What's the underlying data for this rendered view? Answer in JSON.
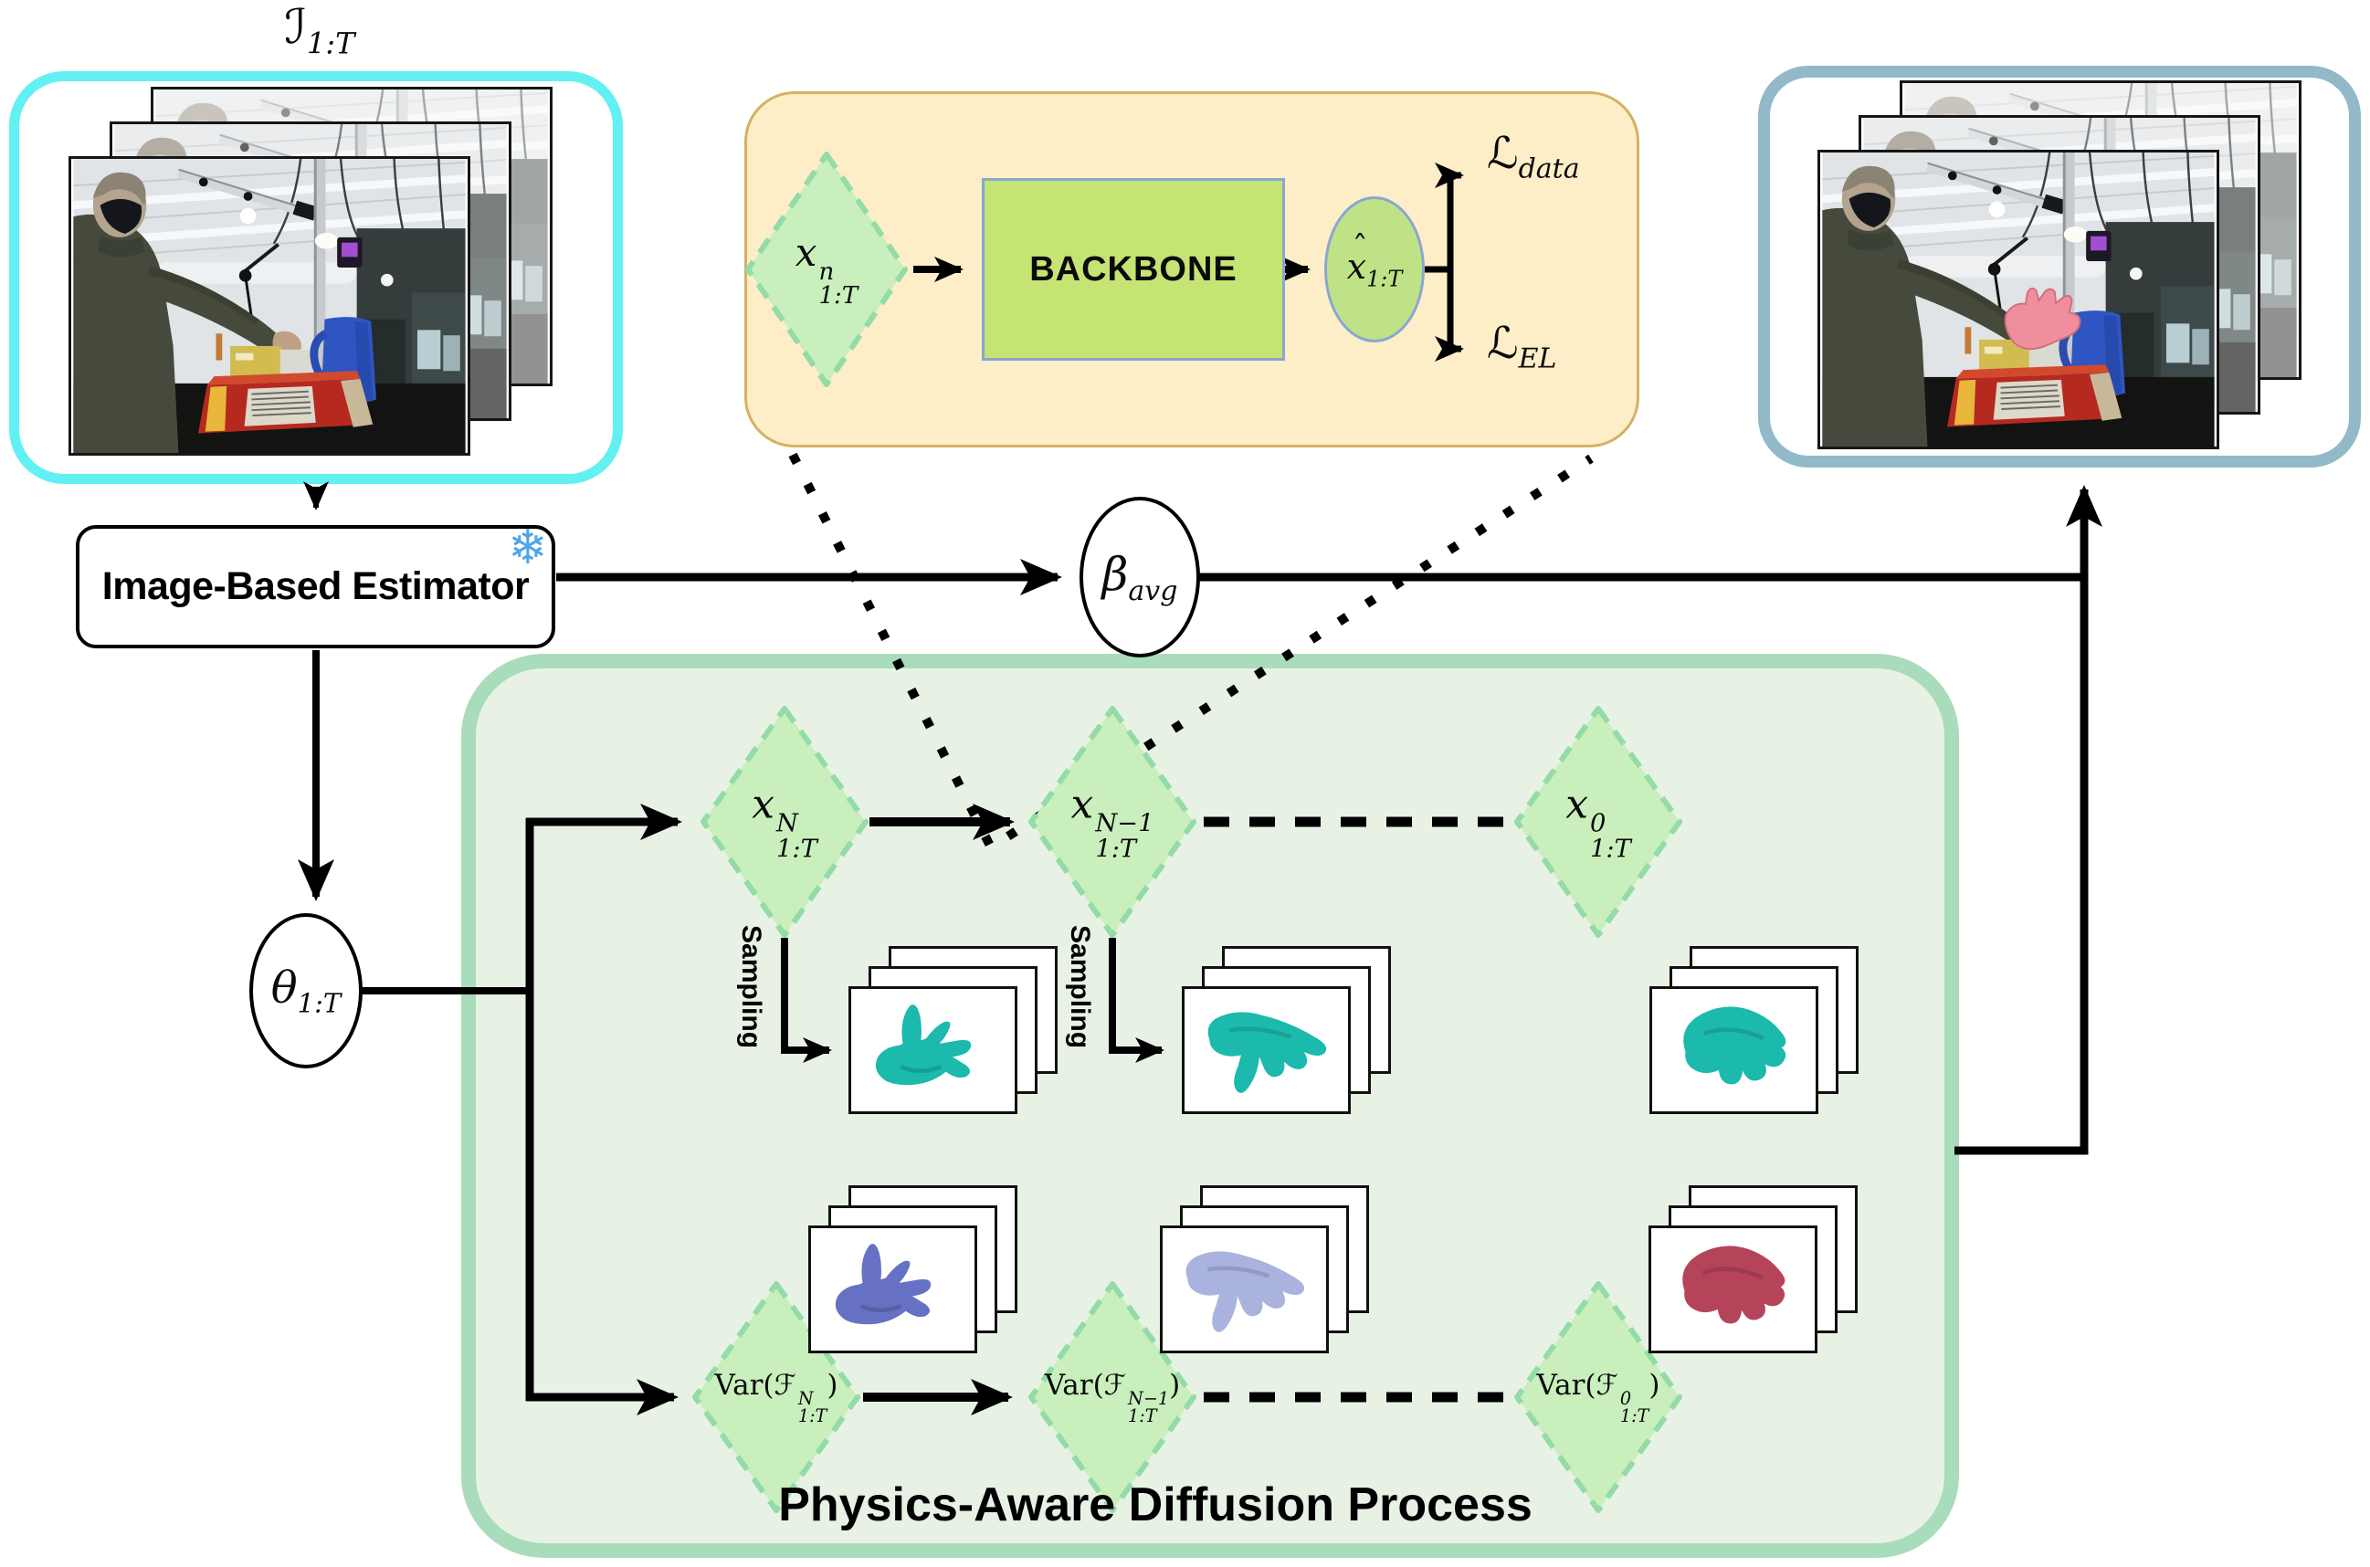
{
  "colors": {
    "cyan": "#63f0f2",
    "steel": "#92b9c8",
    "greenbg": "#e8f2e4",
    "greenbd": "#a9dcba",
    "orangebg": "#fdeec8",
    "orangebd": "#d4b262",
    "dmbg": "#c9efbd",
    "dmbd": "#93dba7",
    "bbbg": "#c6e473",
    "blocbd": "#8aa6d2",
    "elbg": "#bfe287",
    "teal": "#1cb9ad",
    "purple": "#6671c4",
    "lavender": "#a9b3dd",
    "red": "#b5445a",
    "pink": "#ef8f9e",
    "snow": "#4da6e8"
  },
  "io": {
    "input_label": {
      "main": "ℐ",
      "sub": "1:T"
    }
  },
  "estimator": {
    "label": "Image-Based Estimator",
    "frozen_icon": "❄"
  },
  "nodes": {
    "beta": {
      "main": "β",
      "sub": "avg"
    },
    "theta": {
      "main": "θ",
      "sub": "1:T"
    }
  },
  "training": {
    "input": {
      "main": "x",
      "sup": "n",
      "sub": "1:T"
    },
    "backbone": "BACKBONE",
    "output": {
      "hat": "ˆ",
      "main": "x",
      "sub": "1:T"
    },
    "losses": [
      {
        "main": "ℒ",
        "sub": "data"
      },
      {
        "main": "ℒ",
        "sub": "EL"
      }
    ]
  },
  "diffusion": {
    "title": "Physics-Aware Diffusion Process",
    "states": [
      {
        "main": "x",
        "sup": "N",
        "sub": "1:T"
      },
      {
        "main": "x",
        "sup": "N−1",
        "sub": "1:T"
      },
      {
        "main": "x",
        "sup": "0",
        "sub": "1:T"
      }
    ],
    "variances": [
      {
        "prefix": "Var(",
        "main": "ℱ",
        "sup": "N",
        "sub": "1:T",
        "suffix": ")"
      },
      {
        "prefix": "Var(",
        "main": "ℱ",
        "sup": "N−1",
        "sub": "1:T",
        "suffix": ")"
      },
      {
        "prefix": "Var(",
        "main": "ℱ",
        "sup": "0",
        "sub": "1:T",
        "suffix": ")"
      }
    ],
    "sampling_label_1": "Sampling",
    "sampling_label_2": "Sampling"
  }
}
